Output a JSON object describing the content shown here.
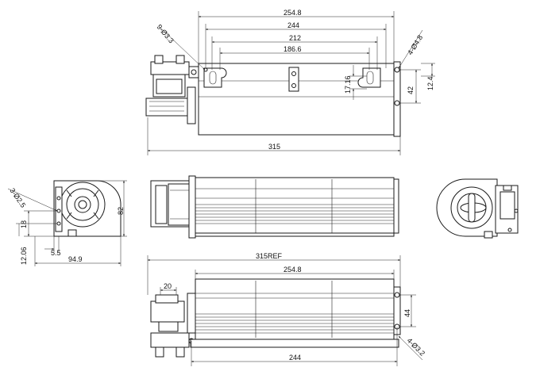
{
  "dimensions": {
    "top_view": {
      "overall_width": "254.8",
      "mount_span": "244",
      "slot_span": "212",
      "inner_span": "186.6",
      "hole_small": "9-Ø3.3",
      "hole_large": "4-Ø4.8",
      "slot_depth": "17.16",
      "height_42": "42",
      "height_12_4": "12.4",
      "total_length": "315"
    },
    "side_view": {
      "hole_corner": "3-Ø2.5",
      "height_82": "82",
      "offset_18": "18",
      "offset_12_06": "12.06",
      "offset_5_5": "5.5",
      "width_94_9": "94.9"
    },
    "bottom_view": {
      "ref_length": "315REF",
      "overall_width": "254.8",
      "motor_width": "20",
      "height_44": "44",
      "hole_bottom": "4-Ø3.2",
      "mount_span": "244"
    }
  }
}
